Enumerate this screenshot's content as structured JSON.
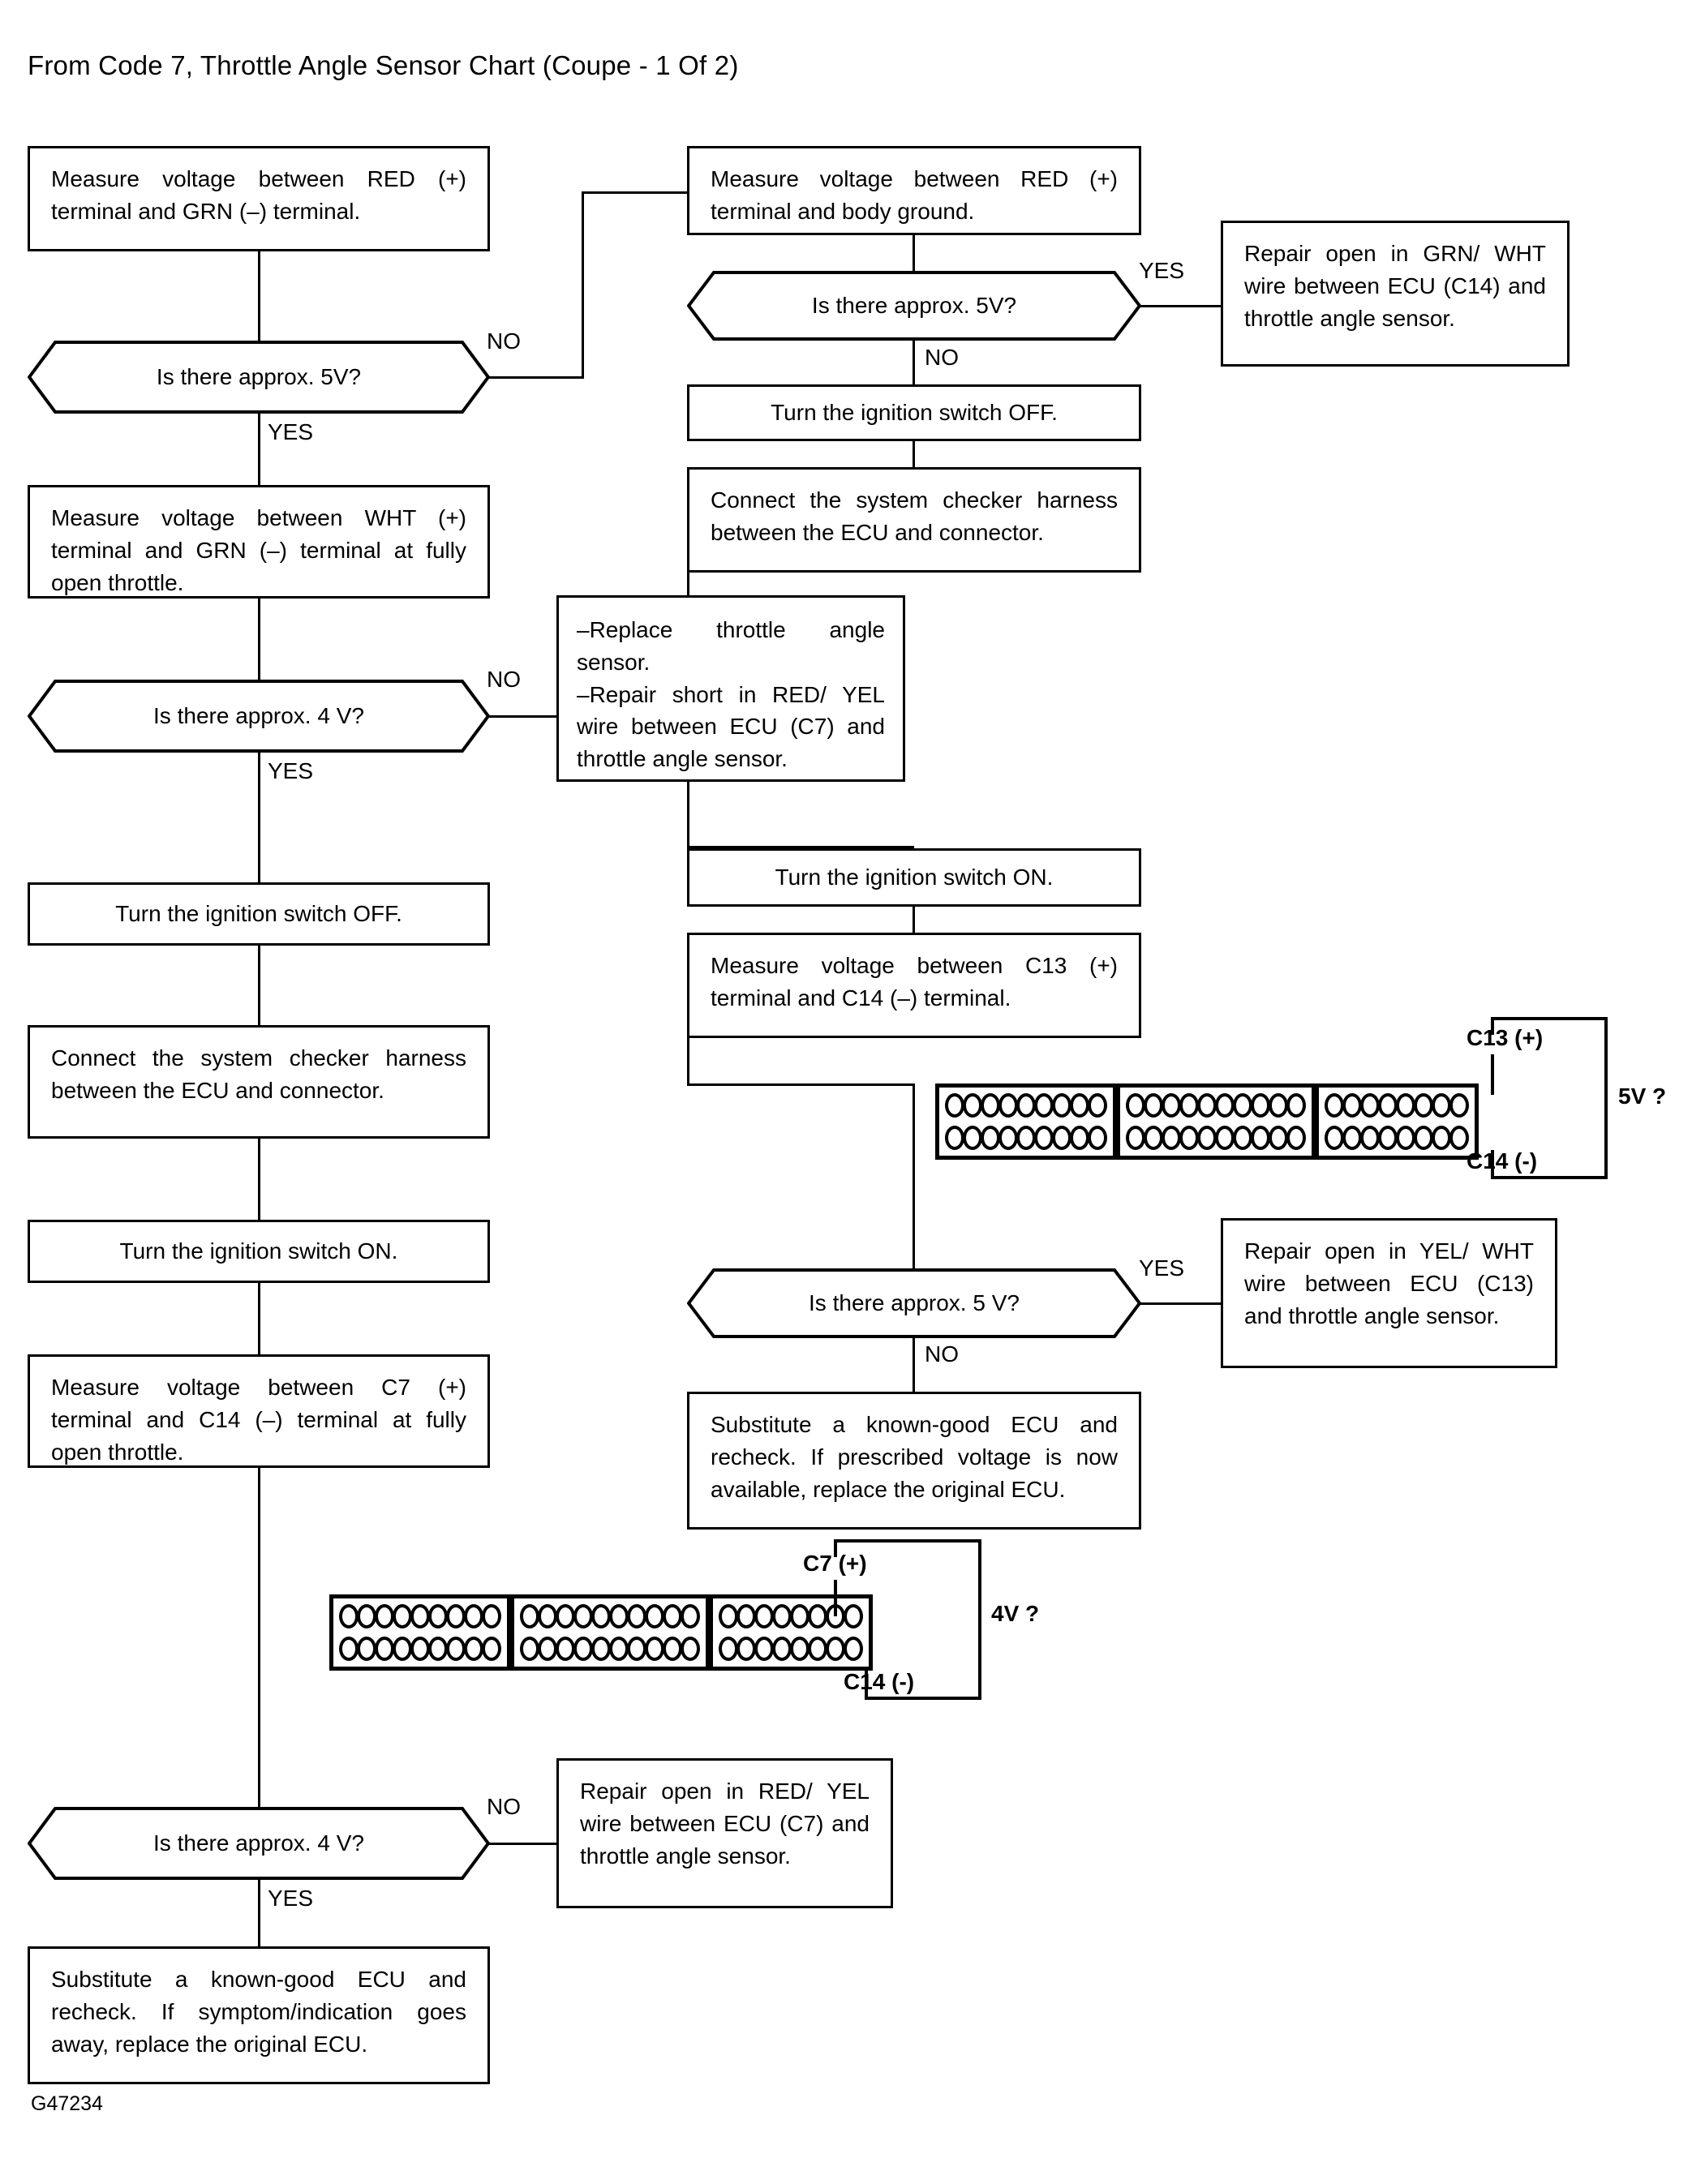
{
  "document": {
    "title": "From Code 7, Throttle Angle Sensor Chart (Coupe - 1 Of 2)",
    "figure_id": "G47234"
  },
  "chart_data": {
    "type": "diagram",
    "diagram_type": "troubleshooting-flowchart",
    "title": "From Code 7, Throttle Angle Sensor Chart (Coupe - 1 Of 2)"
  },
  "nodes": {
    "n1": "Measure voltage between RED (+) terminal and GRN (–) terminal.",
    "d1": "Is there approx. 5V?",
    "n2": "Measure voltage between WHT (+) terminal and GRN (–) terminal at fully open throttle.",
    "d2": "Is there approx. 4 V?",
    "n3": "Turn the ignition switch OFF.",
    "n4": "Connect the system checker harness between the ECU and connector.",
    "n5": "Turn the ignition switch ON.",
    "n6": "Measure voltage between C7 (+) terminal and C14 (–) terminal at fully open throttle.",
    "d3": "Is there approx. 4 V?",
    "n7": "Substitute a known-good ECU and recheck. If symptom/indication goes away, replace the original ECU.",
    "m1": "Measure voltage between RED (+) terminal and body ground.",
    "d4": "Is there approx. 5V?",
    "m2": "Turn the ignition switch OFF.",
    "m3": "Connect the system checker harness between the ECU and connector.",
    "m4": "–Replace throttle angle sensor.\n–Repair short in RED/ YEL wire between ECU (C7) and throttle angle sensor.",
    "m4_line1": "–Replace throttle angle sensor.",
    "m4_line2": "–Repair short in RED/ YEL wire between ECU (C7) and throttle angle sensor.",
    "m5": "Turn the ignition switch ON.",
    "m6": "Measure voltage between C13 (+) terminal and C14 (–) terminal.",
    "d5": "Is there approx. 5 V?",
    "m7": "Substitute a known-good ECU and recheck. If prescribed voltage is now available, replace the original ECU.",
    "r1": "Repair open in GRN/ WHT wire between ECU (C14) and throttle angle sensor.",
    "r2": "Repair open in YEL/ WHT wire between ECU (C13) and throttle angle sensor.",
    "r3": "Repair open in RED/ YEL wire between ECU (C7) and throttle angle sensor."
  },
  "branch_labels": {
    "d1_no": "NO",
    "d1_yes": "YES",
    "d2_no": "NO",
    "d2_yes": "YES",
    "d3_no": "NO",
    "d3_yes": "YES",
    "d4_yes": "YES",
    "d4_no": "NO",
    "d5_yes": "YES",
    "d5_no": "NO"
  },
  "connectors": {
    "upper": {
      "pin_plus": "C13 (+)",
      "pin_minus": "C14 (-)",
      "measurement": "5V ?",
      "block_pin_counts": [
        9,
        10,
        8
      ]
    },
    "lower": {
      "pin_plus": "C7 (+)",
      "pin_minus": "C14 (-)",
      "measurement": "4V ?",
      "block_pin_counts": [
        9,
        10,
        8
      ]
    }
  },
  "colors": {
    "ink": "#000000",
    "paper": "#ffffff"
  }
}
